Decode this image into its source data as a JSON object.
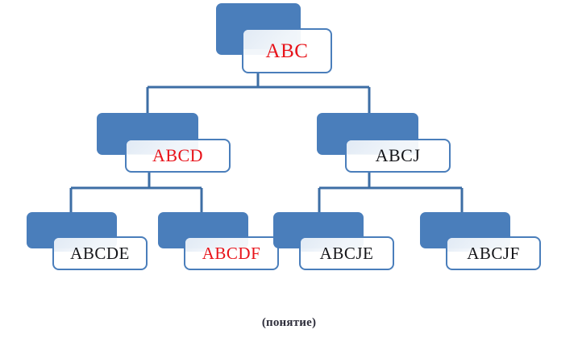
{
  "diagram": {
    "caption": "(понятие)",
    "colors": {
      "plate_blue": "#4a7ebb",
      "border_blue": "#4a7ebb",
      "connector_blue": "#3d6ea5",
      "text_red": "#e8131a",
      "text_black": "#15161a",
      "caption_text": "#2d2d3a",
      "card_white": "#ffffff"
    },
    "nodes": [
      {
        "id": "abc",
        "label": "ABC",
        "color": "red",
        "level": 0
      },
      {
        "id": "abcd",
        "label": "ABCD",
        "color": "red",
        "level": 1
      },
      {
        "id": "abcj",
        "label": "ABCJ",
        "color": "black",
        "level": 1
      },
      {
        "id": "abcde",
        "label": "ABCDE",
        "color": "black",
        "level": 2
      },
      {
        "id": "abcdf",
        "label": "ABCDF",
        "color": "red",
        "level": 2
      },
      {
        "id": "abcje",
        "label": "ABCJE",
        "color": "black",
        "level": 2
      },
      {
        "id": "abcjf",
        "label": "ABCJF",
        "color": "black",
        "level": 2
      }
    ],
    "edges": [
      {
        "from": "abc",
        "to": "abcd"
      },
      {
        "from": "abc",
        "to": "abcj"
      },
      {
        "from": "abcd",
        "to": "abcde"
      },
      {
        "from": "abcd",
        "to": "abcdf"
      },
      {
        "from": "abcj",
        "to": "abcje"
      },
      {
        "from": "abcj",
        "to": "abcjf"
      }
    ]
  }
}
